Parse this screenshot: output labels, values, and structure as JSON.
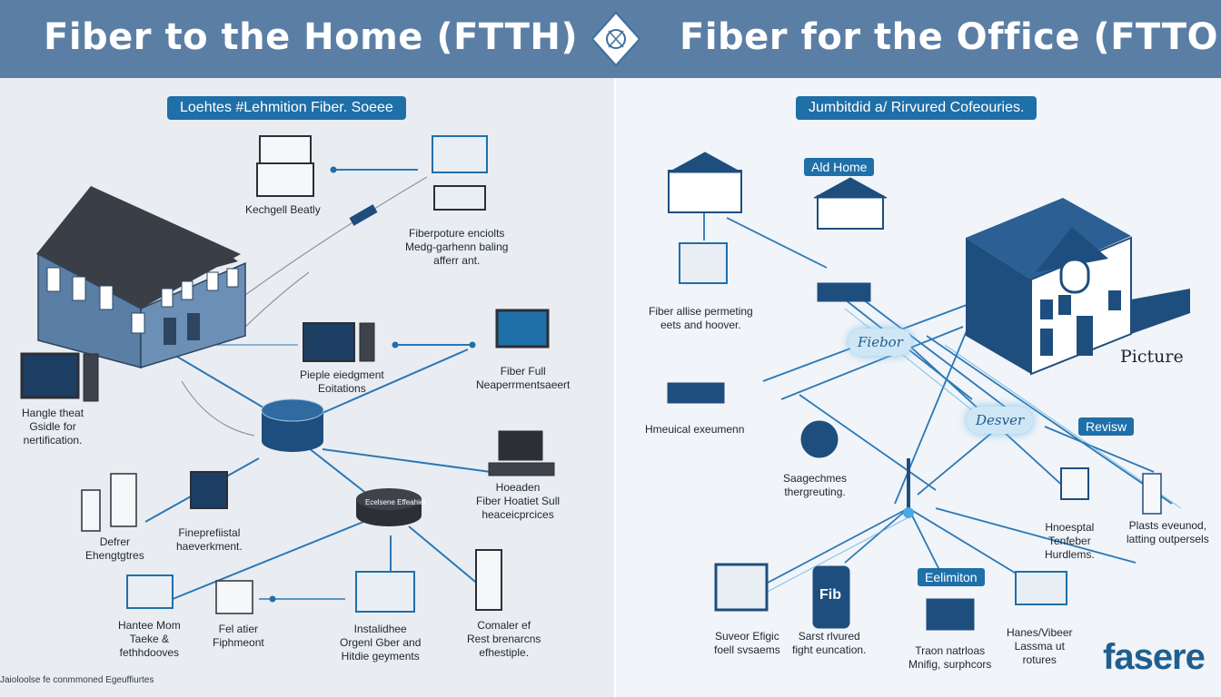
{
  "header": {
    "left_title": "Fiber to the Home (FTTH)",
    "right_title": "Fiber for the Office (FTTO)"
  },
  "left": {
    "banner": "Loehtes #Lehmition Fiber. Soeee",
    "labels": {
      "kechgell": "Kechgell Beatly",
      "fiberpoture": [
        "Fiberpoture enciolts",
        "Medg-garhenn baling",
        "afferr ant."
      ],
      "pieple": [
        "Pieple eiedgment",
        "Eoitations"
      ],
      "fiberfull": [
        "Fiber Full",
        "Neaperrmentsaeert"
      ],
      "hangle": [
        "Hangle theat",
        "Gsidle for",
        "nertification."
      ],
      "hoeaden": [
        "Hoeaden",
        "Fiber Hoatiet Sull",
        "heaceicprcices"
      ],
      "fineprefiistal": [
        "Fineprefiistal",
        "haeverkment."
      ],
      "defrer": [
        "Defrer",
        "Ehengtgtres"
      ],
      "hanteemom": [
        "Hantee Mom",
        "Taeke &",
        "fethhdooves"
      ],
      "felatier": [
        "Fel atier",
        "Fiphmeont"
      ],
      "instalidhee": [
        "Instalidhee",
        "Orgenl Gber and",
        "Hitdie geyments"
      ],
      "comaler": [
        "Comaler ef",
        "Rest brenarcns",
        "efhestiple."
      ]
    },
    "core_label": "Ecelsene Effeahiet",
    "footer": "Jaioloolse fe conmmoned Egeuffiurtes"
  },
  "right": {
    "banner": "Jumbitdid a/ Rirvured Cofeouries.",
    "tags": {
      "aldhome": "Ald Home",
      "revisw": "Revisw",
      "eelimiton": "Eelimiton"
    },
    "clouds": {
      "cloud_a": "Fiebor",
      "cloud_b": "Desver"
    },
    "labels": {
      "fiberallise": [
        "Fiber allise permeting",
        "eets and hoover."
      ],
      "hmeuical": "Hmeuical exeumenn",
      "saagechmes": [
        "Saagechmes",
        "thergreuting."
      ],
      "hnoesptal": [
        "Hnoesptal",
        "Tenfeber",
        "Hurdlems."
      ],
      "plasts": [
        "Plasts eveunod,",
        "latting outpersels"
      ],
      "suveor": [
        "Suveor Efigic",
        "foell svsaems"
      ],
      "sarst": [
        "Sarst rlvured",
        "fight euncation."
      ],
      "traon": [
        "Traon natrloas",
        "Mnifig, surphcors"
      ],
      "hanesvibeer": [
        "Hanes/Vibeer",
        "Lassma ut",
        "rotures"
      ]
    },
    "fib_text": "Fib",
    "picture": "Picture",
    "logo": "fasere"
  },
  "colors": {
    "header": "#5b7ea5",
    "accent": "#1f6fa8",
    "line": "#2a78b8",
    "building": "#1e4e7e",
    "house": "#5b7ea5"
  }
}
